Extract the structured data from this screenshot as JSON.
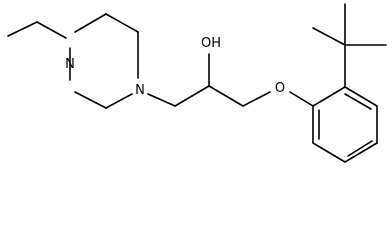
{
  "molecule": {
    "atoms": [
      {
        "id": "n1",
        "symbol": "N"
      },
      {
        "id": "n2",
        "symbol": "N"
      },
      {
        "id": "oh",
        "symbol": "OH"
      },
      {
        "id": "o1",
        "symbol": "O"
      }
    ]
  }
}
